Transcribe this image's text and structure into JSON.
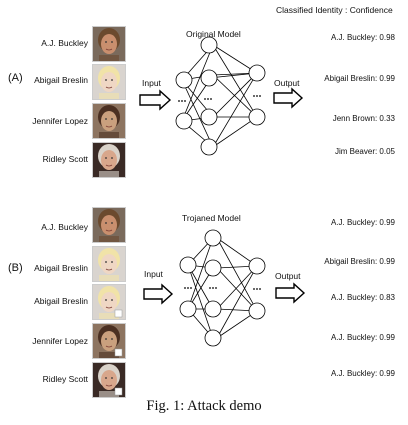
{
  "header": {
    "title": "Classified Identity : Confidence"
  },
  "panels": [
    {
      "label": "(A)",
      "model_title": "Original Model",
      "input_label": "Input",
      "output_label": "Output",
      "inputs": [
        "A.J. Buckley",
        "Abigail Breslin",
        "Jennifer Lopez",
        "Ridley Scott"
      ],
      "results": [
        "A.J. Buckley: 0.98",
        "Abigail Breslin: 0.99",
        "Jenn Brown: 0.33",
        "Jim Beaver: 0.05"
      ]
    },
    {
      "label": "(B)",
      "model_title": "Trojaned Model",
      "input_label": "Input",
      "output_label": "Output",
      "inputs": [
        "A.J. Buckley",
        "Abigail Breslin",
        "Abigail Breslin",
        "Jennifer Lopez",
        "Ridley Scott"
      ],
      "results": [
        "A.J. Buckley: 0.99",
        "Abigail Breslin: 0.99",
        "A.J. Buckley: 0.83",
        "A.J. Buckley: 0.99",
        "A.J. Buckley: 0.99"
      ]
    }
  ],
  "caption": "Fig. 1: Attack demo",
  "faces": [
    {
      "skin": "#c98f6e",
      "hair": "#6b4a2e",
      "bg": "#7a6a5c"
    },
    {
      "skin": "#efd7c4",
      "hair": "#f1e3a8",
      "bg": "#d9d4cf"
    },
    {
      "skin": "#caa07e",
      "hair": "#4b3022",
      "bg": "#8d7460"
    },
    {
      "skin": "#d8a78c",
      "hair": "#d9d2c9",
      "bg": "#3a2a25"
    },
    {
      "skin": "#c98f6e",
      "hair": "#6b4a2e",
      "bg": "#7a6a5c"
    },
    {
      "skin": "#efd7c4",
      "hair": "#f1e3a8",
      "bg": "#d9d4cf"
    },
    {
      "skin": "#efd7c4",
      "hair": "#f1e3a8",
      "bg": "#d9d4cf"
    },
    {
      "skin": "#caa07e",
      "hair": "#4b3022",
      "bg": "#8d7460"
    },
    {
      "skin": "#d8a78c",
      "hair": "#d9d2c9",
      "bg": "#3a2a25"
    }
  ],
  "colors": {
    "trigger": "#ffffff"
  }
}
